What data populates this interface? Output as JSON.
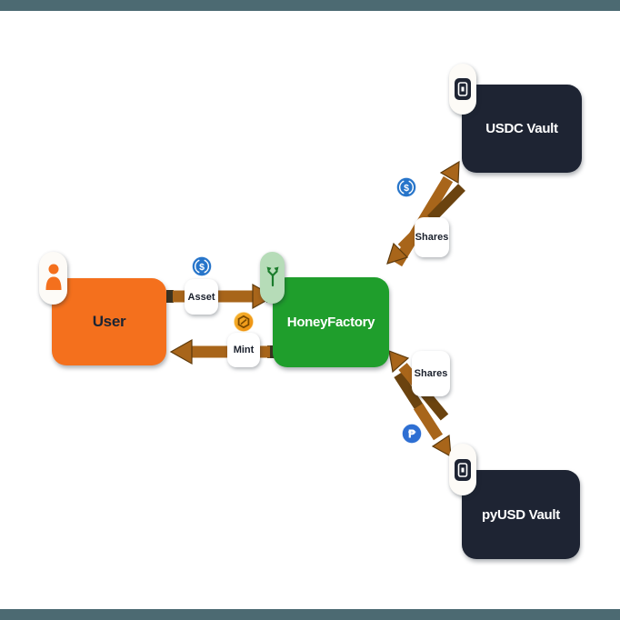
{
  "frame": {
    "background": "#FFFFFF",
    "bar_color": "#4C6A72"
  },
  "diagram": {
    "nodes": {
      "user": {
        "label": "User",
        "fill": "#F4701D",
        "text_color": "#1C2433",
        "badge_icon": "person-icon"
      },
      "honey_factory": {
        "label": "HoneyFactory",
        "fill": "#1F9E2C",
        "text_color": "#FFFFFF",
        "badge_icon": "split-arrows-icon"
      },
      "usdc_vault": {
        "label": "USDC Vault",
        "fill": "#1E2433",
        "text_color": "#FFFFFF",
        "badge_icon": "vault-icon"
      },
      "pyusd_vault": {
        "label": "pyUSD Vault",
        "fill": "#1E2433",
        "text_color": "#FFFFFF",
        "badge_icon": "vault-icon"
      }
    },
    "labels": {
      "asset": "Asset",
      "mint": "Mint",
      "shares_top": "Shares",
      "shares_bottom": "Shares"
    },
    "icons": {
      "usdc_symbol": "$",
      "pyusd_symbol": "₱",
      "usdc_color": "#2775CA",
      "pyusd_color": "#2E6FD3",
      "honey_coin_colors": [
        "#F7B733",
        "#ED8A0A"
      ]
    },
    "edges": [
      {
        "from": "user",
        "to": "honey_factory",
        "label": "Asset",
        "icon": "usdc-coin-icon"
      },
      {
        "from": "honey_factory",
        "to": "user",
        "label": "Mint",
        "icon": "honey-coin-icon"
      },
      {
        "from": "honey_factory",
        "to": "usdc_vault",
        "label": "Shares",
        "icon": "usdc-coin-icon"
      },
      {
        "from": "usdc_vault",
        "to": "honey_factory",
        "label": "Shares"
      },
      {
        "from": "honey_factory",
        "to": "pyusd_vault",
        "label": "Shares",
        "icon": "pyusd-coin-icon"
      },
      {
        "from": "pyusd_vault",
        "to": "honey_factory",
        "label": "Shares"
      }
    ],
    "arrow_color": "#A8651A",
    "arrow_dark_color": "#6B430F"
  }
}
